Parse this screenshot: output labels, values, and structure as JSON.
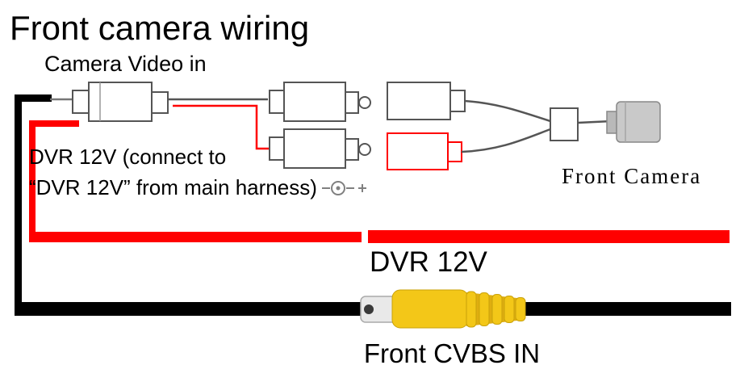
{
  "title": "Front camera wiring",
  "labels": {
    "camera_video_in": "Camera Video in",
    "dvr_note_line1": "DVR 12V (connect to",
    "dvr_note_line2": "“DVR 12V” from main harness)",
    "front_camera": "Front Camera",
    "dvr_12v": "DVR 12V",
    "front_cvbs_in": "Front CVBS IN"
  },
  "colors": {
    "wire_red": "#ff0000",
    "wire_black": "#000000",
    "connector_yellow": "#f3c718",
    "connector_yellow_shade": "#dfae10",
    "outline_gray": "#555555"
  }
}
